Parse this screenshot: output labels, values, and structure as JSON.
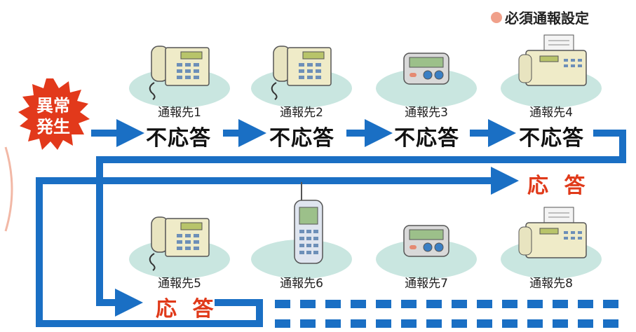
{
  "legend": {
    "text": "必須通報設定",
    "dot_color": "#f0a08a"
  },
  "alarm": {
    "line1": "異常",
    "line2": "発生",
    "color": "#e2391b"
  },
  "row1": [
    {
      "label": "通報先1",
      "device": "desk-phone"
    },
    {
      "label": "通報先2",
      "device": "desk-phone"
    },
    {
      "label": "通報先3",
      "device": "pager"
    },
    {
      "label": "通報先4",
      "device": "fax"
    }
  ],
  "row2": [
    {
      "label": "通報先5",
      "device": "desk-phone"
    },
    {
      "label": "通報先6",
      "device": "mobile-phone"
    },
    {
      "label": "通報先7",
      "device": "pager"
    },
    {
      "label": "通報先8",
      "device": "fax"
    }
  ],
  "status": {
    "no_response": "不応答",
    "response": "応 答"
  },
  "colors": {
    "arrow": "#1a6fc4",
    "response_text": "#e03a1a",
    "oval": "#c9e6e0"
  }
}
